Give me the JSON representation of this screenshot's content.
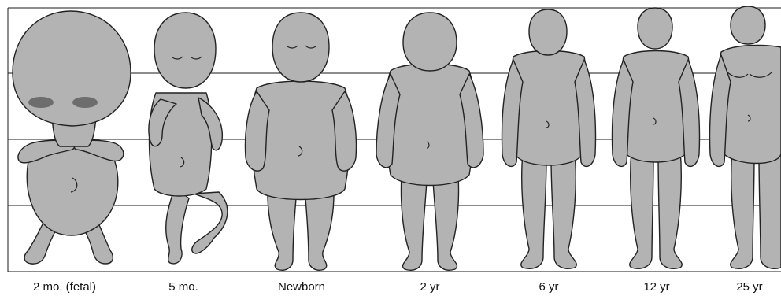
{
  "figure": {
    "stages": [
      {
        "id": "fetal-2mo",
        "label": "2 mo. (fetal)"
      },
      {
        "id": "fetal-5mo",
        "label": "5 mo."
      },
      {
        "id": "newborn",
        "label": "Newborn"
      },
      {
        "id": "age-2yr",
        "label": "2 yr"
      },
      {
        "id": "age-6yr",
        "label": "6 yr"
      },
      {
        "id": "age-12yr",
        "label": "12 yr"
      },
      {
        "id": "age-25yr",
        "label": "25 yr"
      }
    ],
    "grid_divisions": 4,
    "colors": {
      "body_fill": "#b3b3b3",
      "outline": "#222222",
      "grid": "#1a1a1a",
      "label": "#111111",
      "eye_shadow": "#555555"
    }
  }
}
